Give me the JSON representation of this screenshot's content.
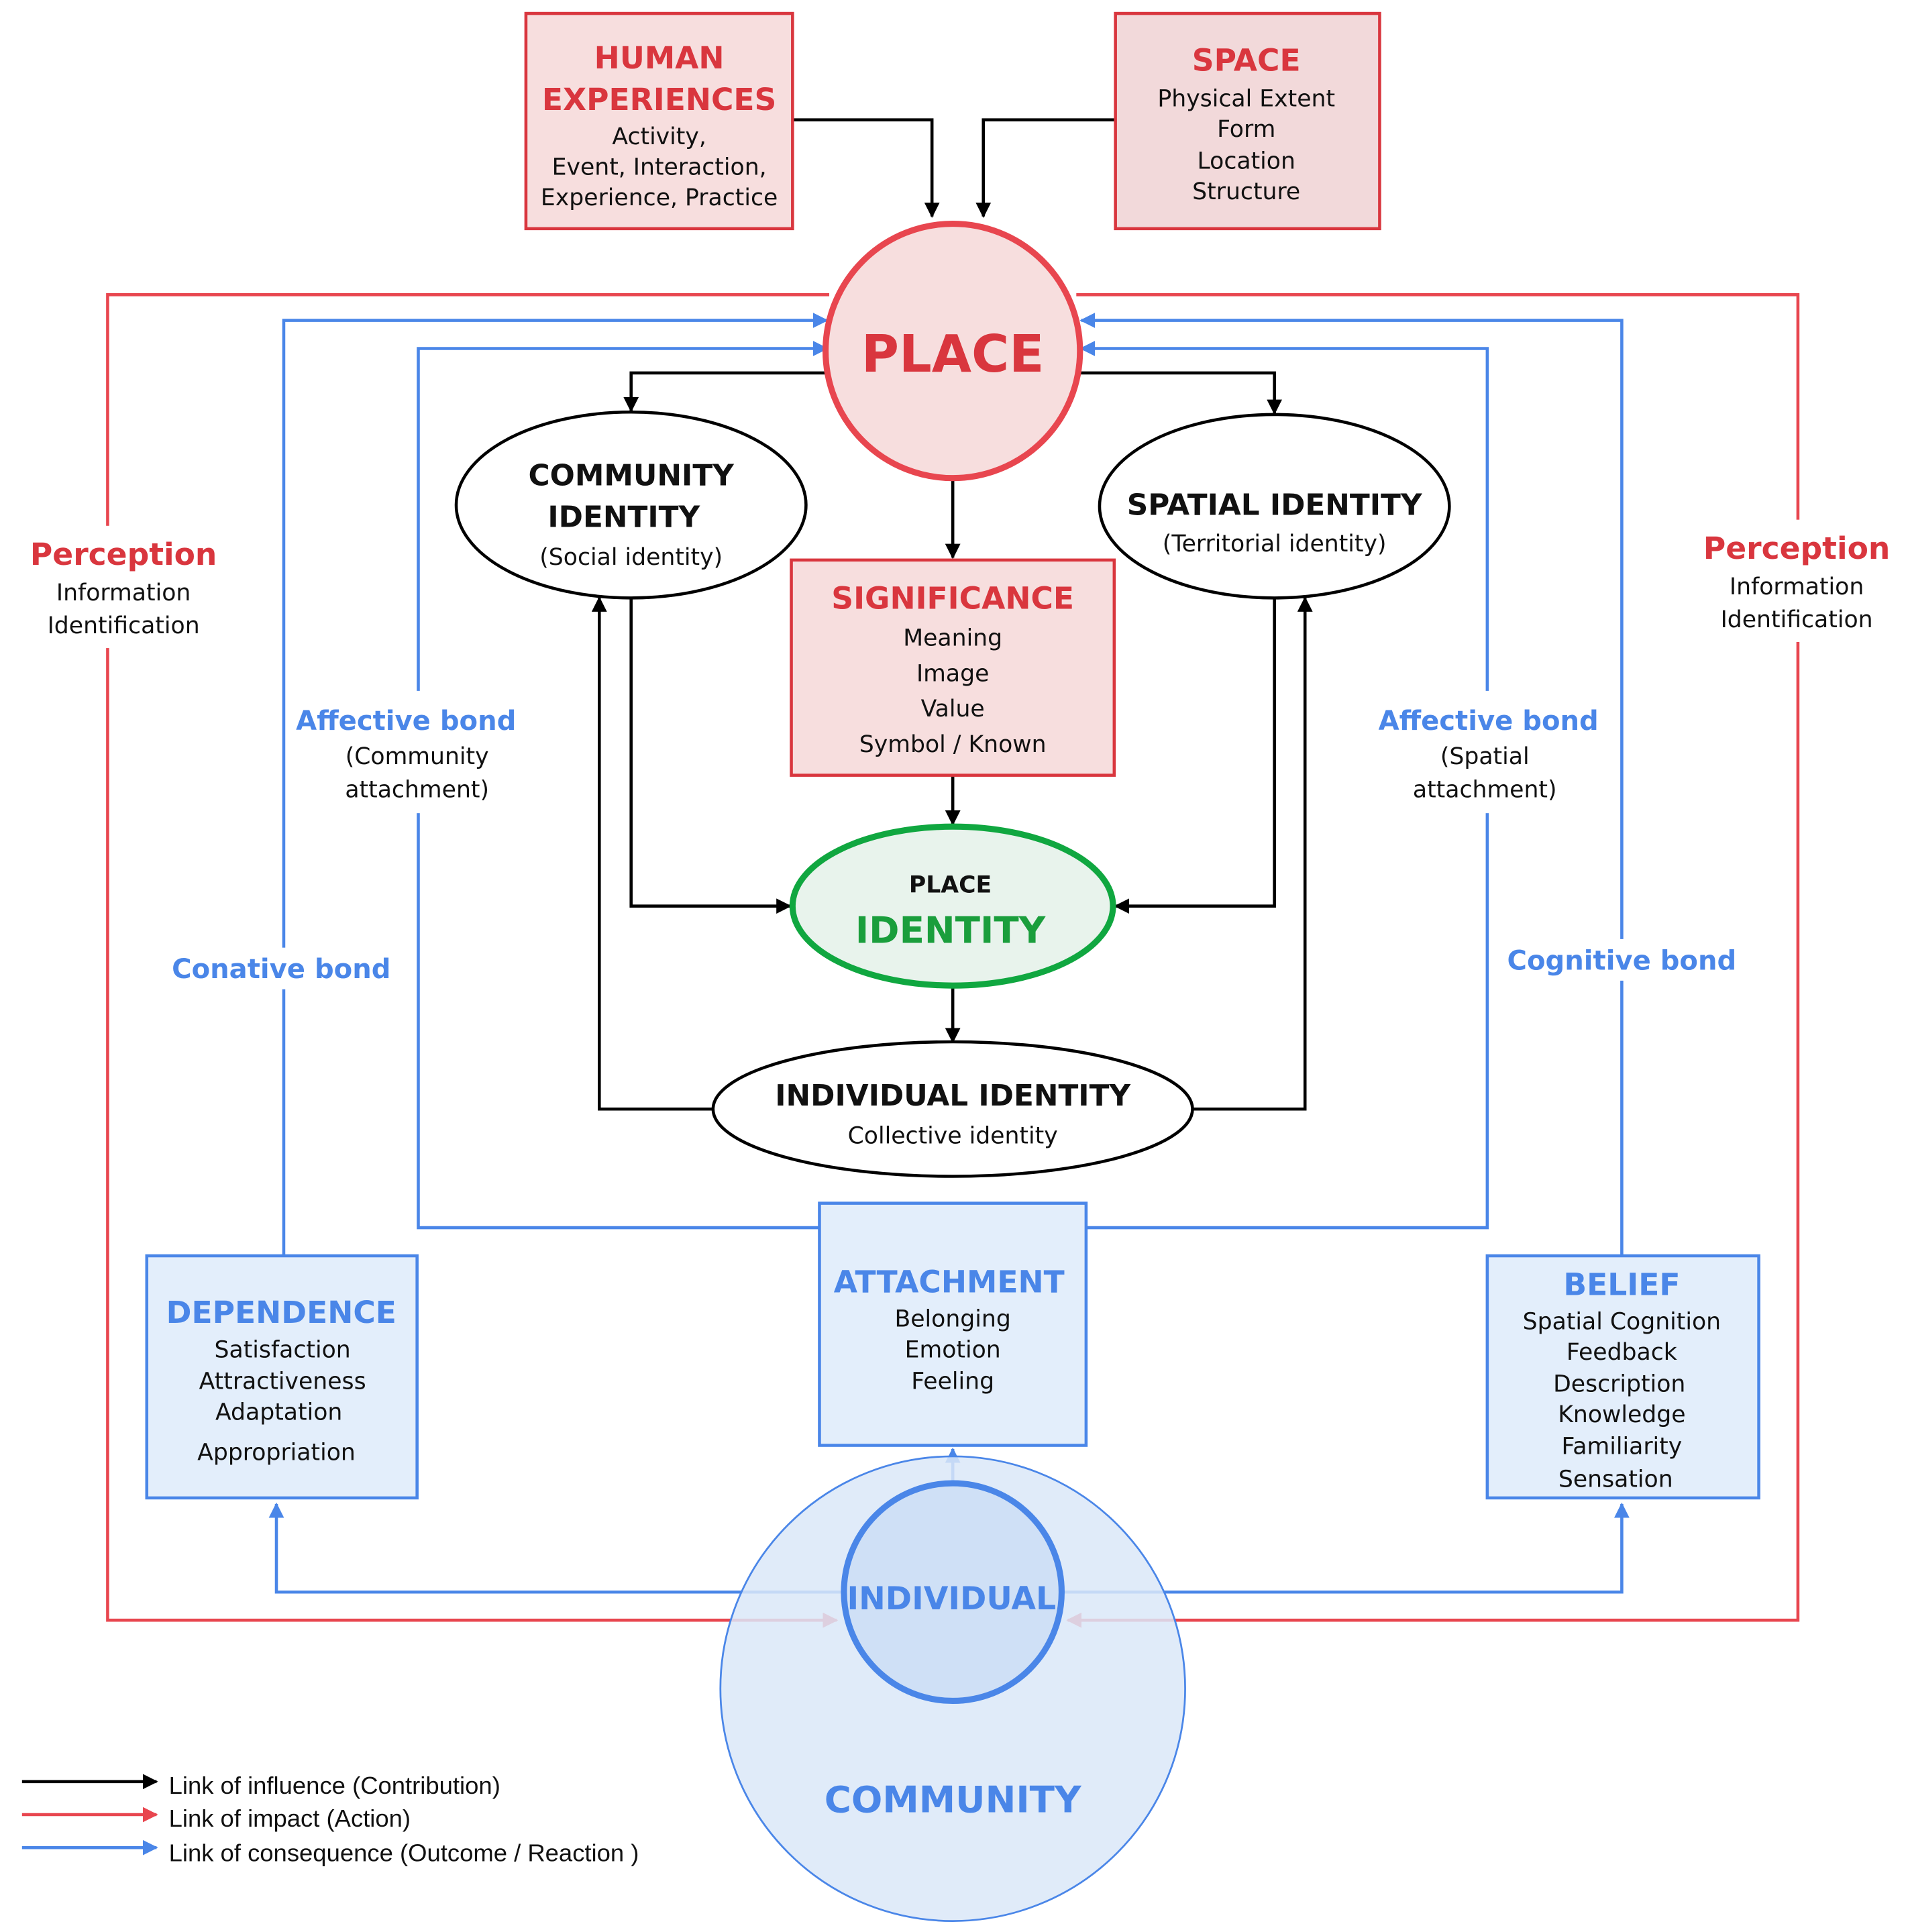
{
  "colors": {
    "influence": "#000000",
    "impact": "#e8464f",
    "consequence": "#4a86e8",
    "red_fill": "#f7dede",
    "blue_fill": "#e3eefb",
    "green_fill": "#e8f3ec",
    "green_stroke": "#10a740"
  },
  "boxes": {
    "human_experiences": {
      "title_line1": "HUMAN",
      "title_line2": "EXPERIENCES",
      "line1": "Activity,",
      "line2": "Event, Interaction,",
      "line3": "Experience, Practice"
    },
    "space": {
      "title": "SPACE",
      "line1": "Physical Extent",
      "line2": "Form",
      "line3": "Location",
      "line4": "Structure"
    },
    "significance": {
      "title": "SIGNIFICANCE",
      "line1": "Meaning",
      "line2": "Image",
      "line3": "Value",
      "line4": "Symbol / Known"
    },
    "dependence": {
      "title": "DEPENDENCE",
      "line1": "Satisfaction",
      "line2": "Attractiveness",
      "line3": "Adaptation",
      "line4": "Appropriation"
    },
    "attachment": {
      "title": "ATTACHMENT",
      "line1": "Belonging",
      "line2": "Emotion",
      "line3": "Feeling"
    },
    "belief": {
      "title": "BELIEF",
      "line1": "Spatial Cognition",
      "line2": "Feedback",
      "line3": "Description",
      "line4": "Knowledge",
      "line5": "Familiarity",
      "line6": "Sensation"
    }
  },
  "nodes": {
    "place": "PLACE",
    "community_identity": {
      "title_line1": "COMMUNITY",
      "title_line2": "IDENTITY",
      "subtitle": "(Social identity)"
    },
    "spatial_identity": {
      "title": "SPATIAL IDENTITY",
      "subtitle": "(Territorial identity)"
    },
    "place_identity": {
      "line1": "PLACE",
      "line2": "IDENTITY"
    },
    "individual_identity": {
      "title": "INDIVIDUAL IDENTITY",
      "subtitle": "Collective identity"
    },
    "individual": "INDIVIDUAL",
    "community": "COMMUNITY"
  },
  "labels": {
    "perception_left": {
      "title": "Perception",
      "line1": "Information",
      "line2": "Identification"
    },
    "perception_right": {
      "title": "Perception",
      "line1": "Information",
      "line2": "Identification"
    },
    "affective_left": {
      "title": "Affective bond",
      "line1": "(Community",
      "line2": "attachment)"
    },
    "affective_right": {
      "title": "Affective bond",
      "line1": "(Spatial",
      "line2": "attachment)"
    },
    "conative": "Conative bond",
    "cognitive": "Cognitive bond"
  },
  "legend": {
    "influence": "Link of influence (Contribution)",
    "impact": "Link of impact (Action)",
    "consequence": "Link of consequence (Outcome / Reaction )"
  }
}
